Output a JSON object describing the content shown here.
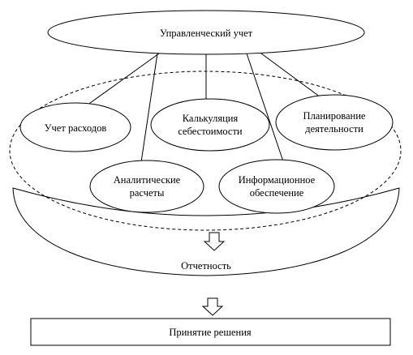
{
  "top": {
    "title": "Управленческий учет"
  },
  "functions": [
    {
      "lines": [
        "Учет расходов"
      ]
    },
    {
      "lines": [
        "Калькуляция",
        "себестоимости"
      ]
    },
    {
      "lines": [
        "Планирование",
        "деятельности"
      ]
    },
    {
      "lines": [
        "Аналитические",
        "расчеты"
      ]
    },
    {
      "lines": [
        "Информационное",
        "обеспечение"
      ]
    }
  ],
  "reporting": {
    "label": "Отчетность"
  },
  "decision": {
    "label": "Принятие решения"
  }
}
